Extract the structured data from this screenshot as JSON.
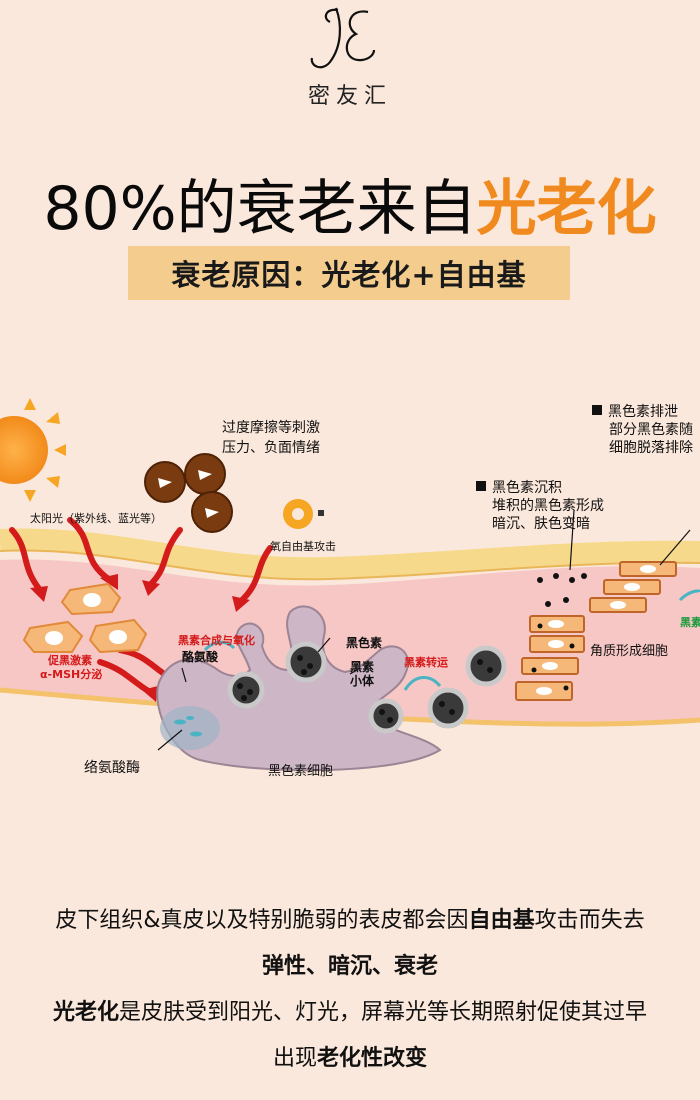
{
  "brand": {
    "name": "密友汇",
    "monogram": "JE"
  },
  "headline": {
    "prefix": "80%的衰老来自",
    "highlight": "光老化"
  },
  "subbanner": "衰老原因：光老化+自由基",
  "diagram": {
    "sun_label": "太阳光（紫外线、蓝光等）",
    "stress_label_1": "过度摩擦等刺激",
    "stress_label_2": "压力、负面情绪",
    "radical_label": "氧自由基攻击",
    "melanin_deposit_1": "黑色素沉积",
    "melanin_deposit_2": "堆积的黑色素形成",
    "melanin_deposit_3": "暗沉、肤色变暗",
    "melanin_excrete_1": "黑色素排泄",
    "melanin_excrete_2": "部分黑色素随",
    "melanin_excrete_3": "细胞脱落排除",
    "msh_1": "促黑激素",
    "msh_2": "α-MSH分泌",
    "synthesis": "黑素合成与氧化",
    "tyrosine": "酪氨酸",
    "melanin": "黑色素",
    "melanosome_1": "黑素",
    "melanosome_2": "小体",
    "transport": "黑素转运",
    "keratinocyte": "角质形成细胞",
    "tyrosinase": "络氨酸酶",
    "melanocyte": "黑色素细胞",
    "edge_green": "黑素",
    "colors": {
      "accent_orange": "#f08a1e",
      "banner": "#f4cc8e",
      "arrow_red": "#d41b1b",
      "background": "#fbe8dc"
    }
  },
  "paragraph": {
    "line1_a": "皮下组织&真皮以及特别脆弱的表皮都会因",
    "line1_b": "自由基",
    "line1_c": "攻击而失去",
    "line2": "弹性、暗沉、衰老",
    "line3_a": "光老化",
    "line3_b": "是皮肤受到阳光、灯光，屏幕光等长期照射促使其过早",
    "line4_a": "出现",
    "line4_b": "老化性改变"
  }
}
